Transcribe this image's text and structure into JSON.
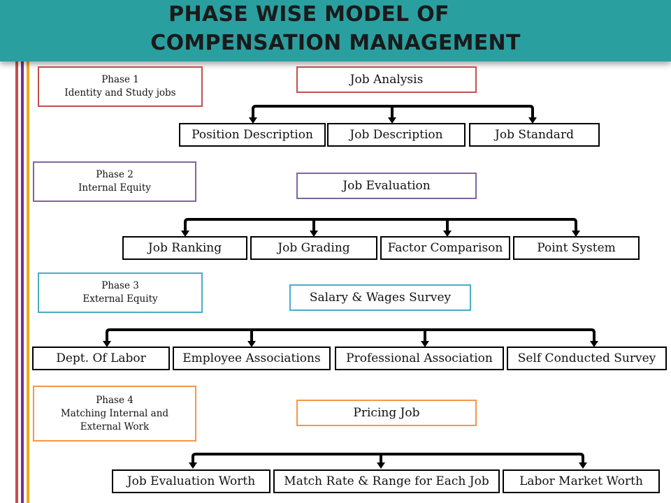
{
  "title": {
    "line1": "PHASE WISE MODEL OF",
    "line2": "COMPENSATION MANAGEMENT"
  },
  "phases": [
    {
      "label": "Phase 1",
      "subtitle": [
        "Identity and Study jobs"
      ],
      "main": "Job Analysis",
      "color": "#c0504d",
      "children": [
        "Position Description",
        "Job Description",
        "Job Standard"
      ]
    },
    {
      "label": "Phase 2",
      "subtitle": [
        "Internal Equity"
      ],
      "main": "Job Evaluation",
      "color": "#8064a2",
      "children": [
        "Job Ranking",
        "Job Grading",
        "Factor Comparison",
        "Point System"
      ]
    },
    {
      "label": "Phase 3",
      "subtitle": [
        "External Equity"
      ],
      "main": "Salary & Wages Survey",
      "color": "#4bacc6",
      "children": [
        "Dept. Of Labor",
        "Employee Associations",
        "Professional Association",
        "Self  Conducted Survey"
      ]
    },
    {
      "label": "Phase 4",
      "subtitle": [
        "Matching Internal and",
        "External Work"
      ],
      "main": "Pricing Job",
      "color": "#f79646",
      "children": [
        "Job Evaluation Worth",
        "Match Rate & Range for Each Job",
        "Labor Market Worth"
      ]
    }
  ],
  "colors": {
    "header": "#2a9fa0",
    "stripe_red": "#c0504d",
    "stripe_purple": "#7030a0",
    "stripe_orange": "#f5a623",
    "connector": "#000000"
  }
}
